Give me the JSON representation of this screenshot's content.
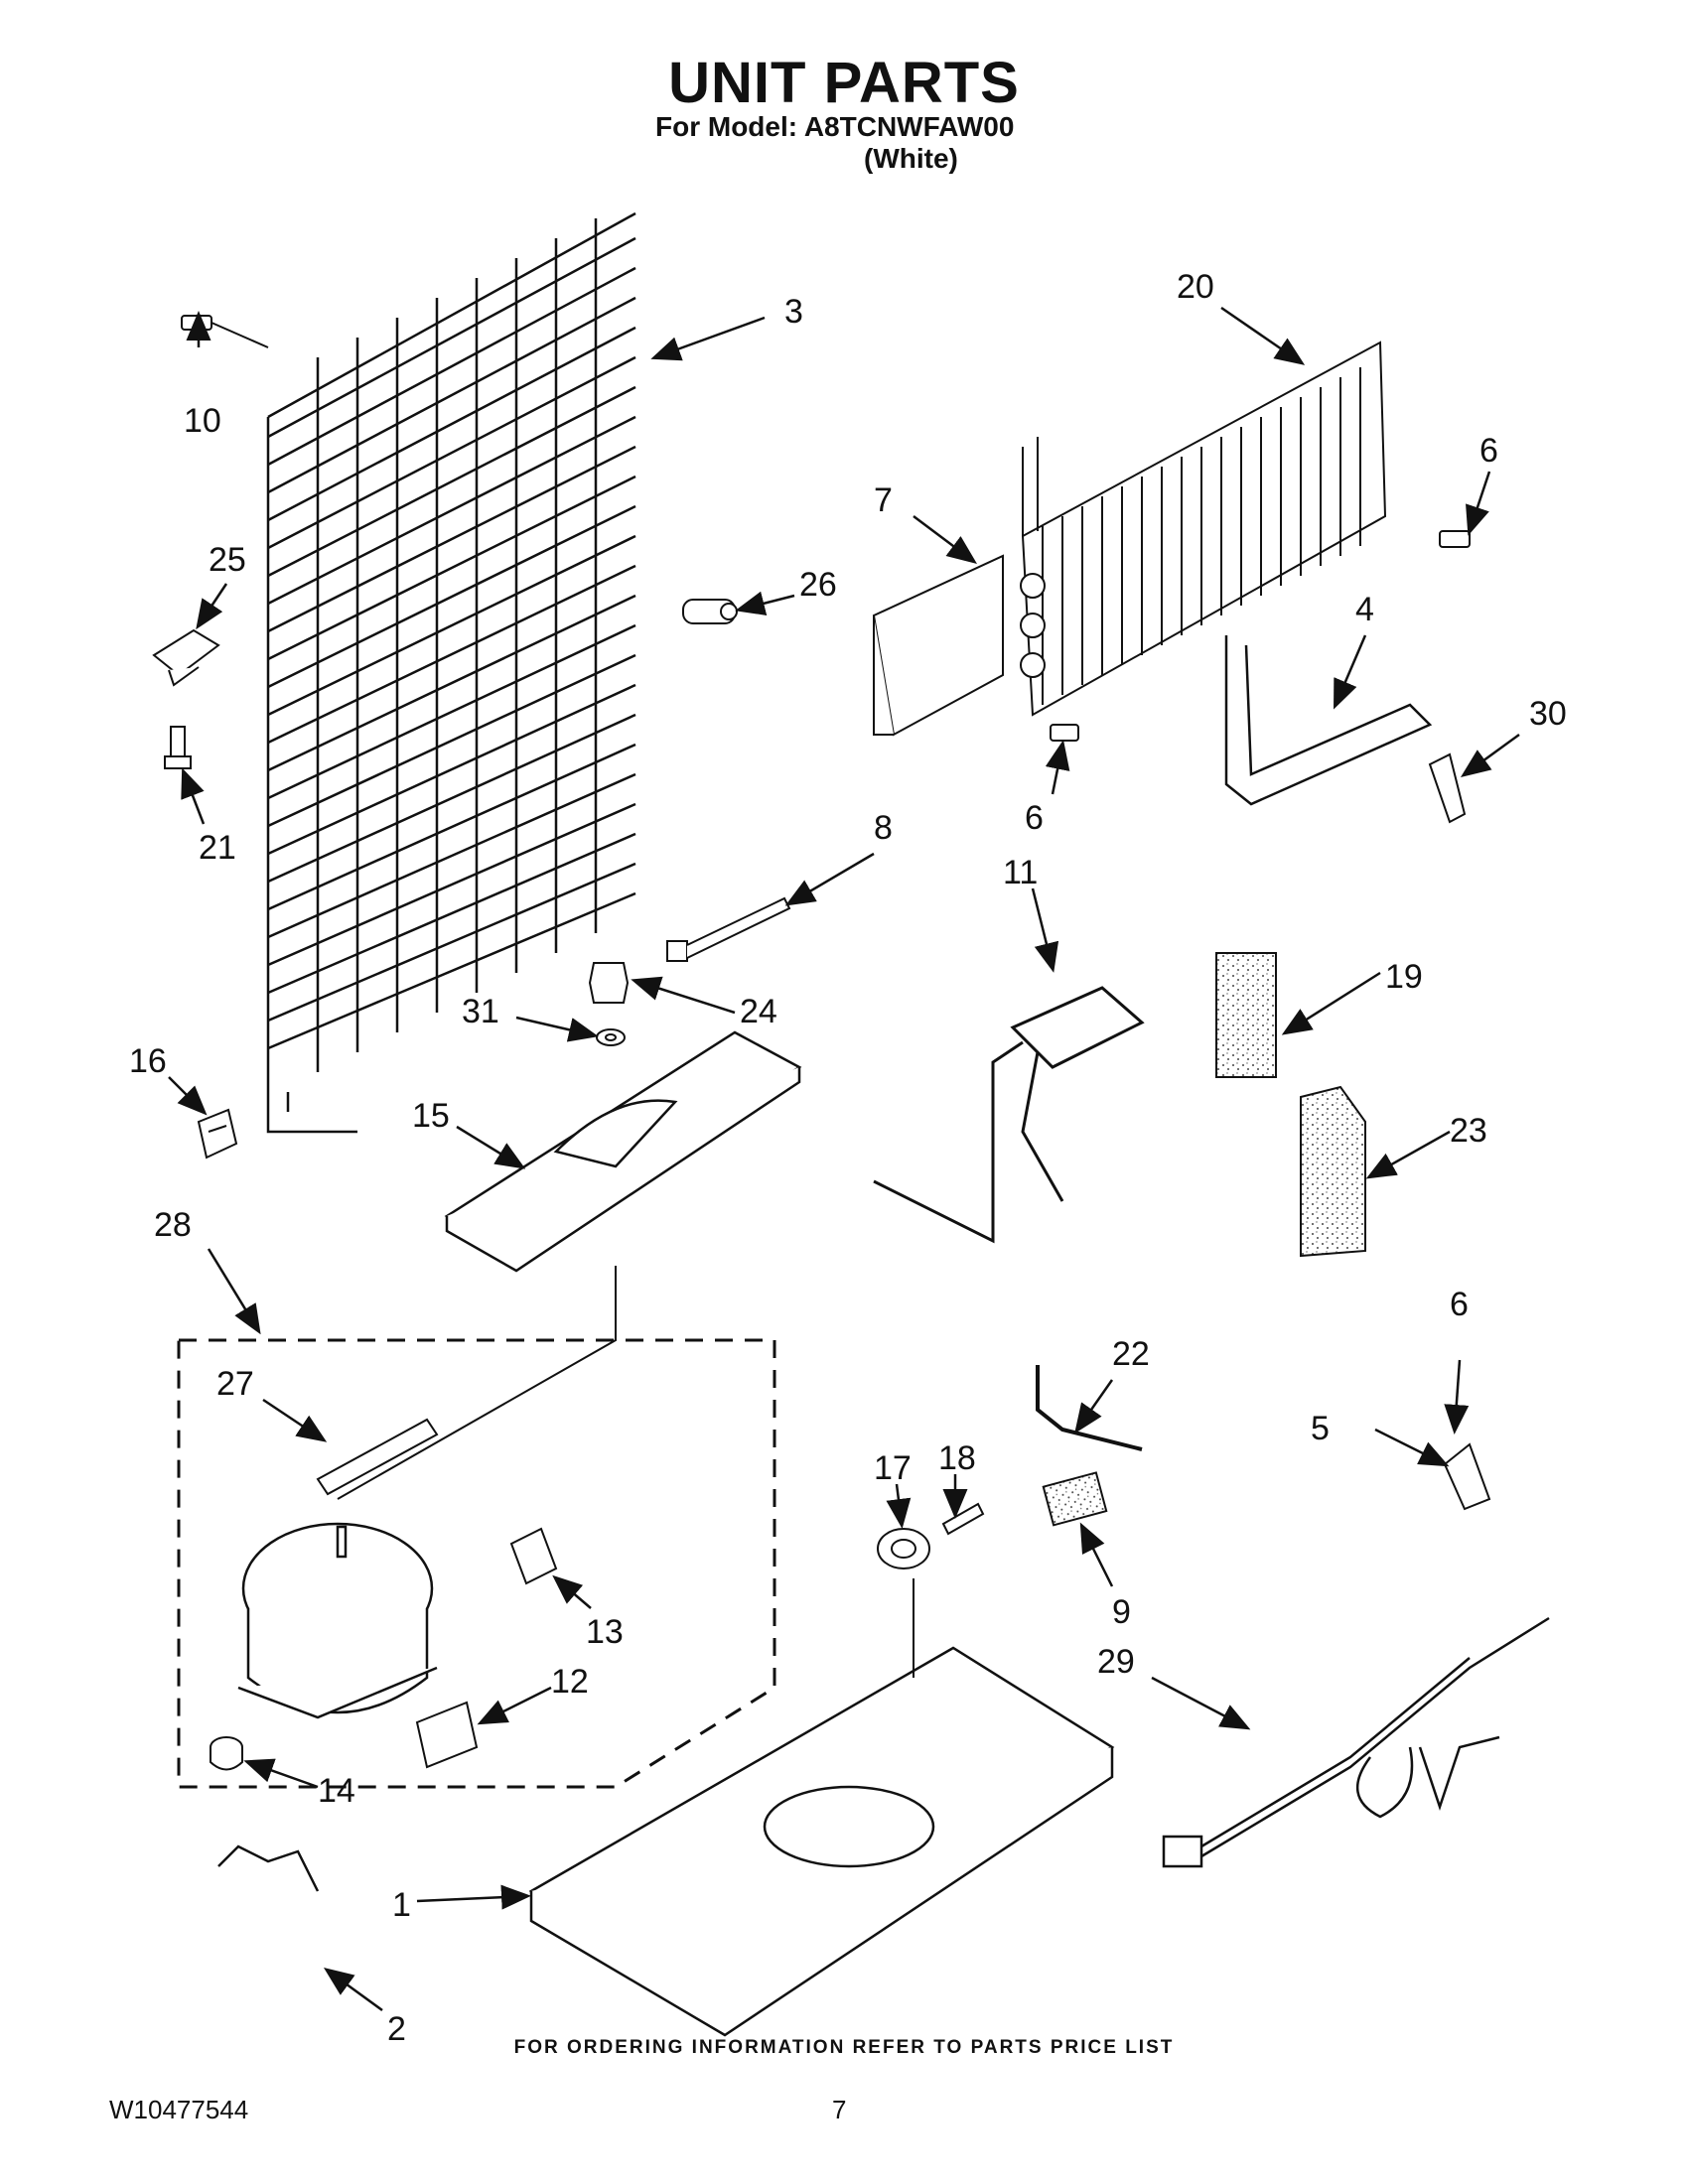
{
  "header": {
    "title": "UNIT PARTS",
    "model_line": "For Model: A8TCNWFAW00",
    "color_line": "(White)"
  },
  "callouts": {
    "c1": "1",
    "c2": "2",
    "c3": "3",
    "c4": "4",
    "c5": "5",
    "c6a": "6",
    "c6b": "6",
    "c6c": "6",
    "c7": "7",
    "c8": "8",
    "c9": "9",
    "c10": "10",
    "c11": "11",
    "c12": "12",
    "c13": "13",
    "c14": "14",
    "c15": "15",
    "c16": "16",
    "c17": "17",
    "c18": "18",
    "c19": "19",
    "c20": "20",
    "c21": "21",
    "c22": "22",
    "c23": "23",
    "c24": "24",
    "c25": "25",
    "c26": "26",
    "c27": "27",
    "c28": "28",
    "c29": "29",
    "c30": "30",
    "c31": "31"
  },
  "footer": {
    "ordering_note": "FOR ORDERING INFORMATION REFER TO PARTS PRICE LIST",
    "document_number": "W10477544",
    "page_number": "7"
  }
}
